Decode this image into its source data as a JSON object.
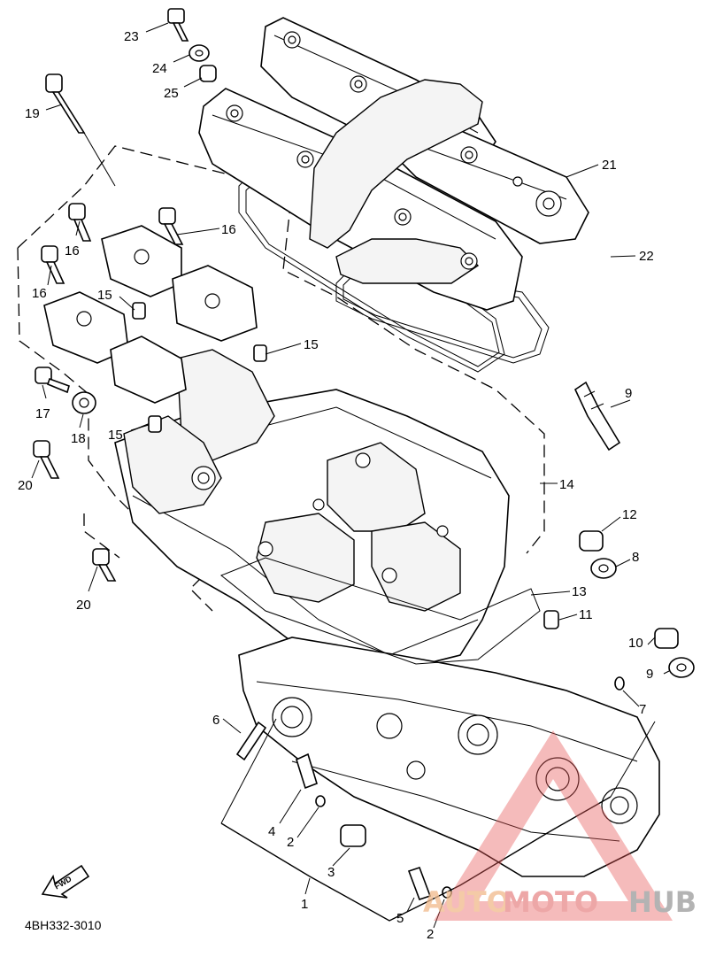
{
  "diagram": {
    "document_number": "4BH332-3010",
    "forward_marker": "FWD",
    "callouts": [
      "1",
      "2",
      "2",
      "3",
      "4",
      "5",
      "6",
      "7",
      "8",
      "9",
      "9",
      "10",
      "11",
      "12",
      "13",
      "14",
      "15",
      "15",
      "15",
      "16",
      "16",
      "16",
      "17",
      "18",
      "19",
      "20",
      "20",
      "21",
      "22",
      "23",
      "24",
      "25"
    ]
  },
  "watermark": {
    "part1": "AUTO",
    "part2": "MOTO",
    "part3": "HUB",
    "colors": {
      "auto": "#f1b98a",
      "moto": "#e88a8a",
      "hub": "#9a9a9a",
      "triangle": "#e85a5a"
    }
  }
}
